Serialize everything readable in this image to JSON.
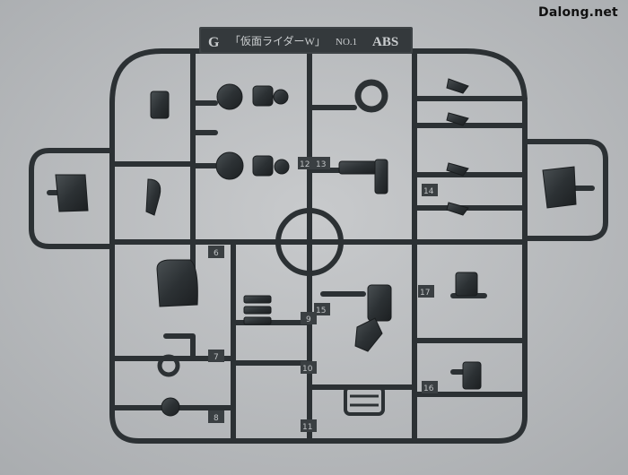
{
  "watermark": "Dalong.net",
  "tag": {
    "left": "G",
    "title": "「仮面ライダーW」",
    "number": "NO.1",
    "material": "ABS"
  },
  "part_numbers": [
    "6",
    "7",
    "8",
    "9",
    "10",
    "11",
    "12",
    "13",
    "14",
    "15",
    "16",
    "17"
  ],
  "colors": {
    "background": "#b9bbbd",
    "plastic": "#2c3134",
    "plastic_highlight": "#5a6064",
    "plastic_shadow": "#1a1d1f"
  }
}
